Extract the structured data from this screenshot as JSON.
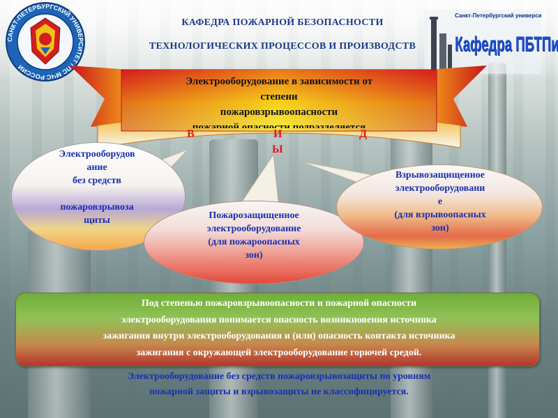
{
  "header": {
    "line1": "КАФЕДРА ПОЖАРНОЙ БЕЗОПАСНОСТИ",
    "line2": "ТЕХНОЛОГИЧЕСКИХ ПРОЦЕССОВ И ПРОИЗВОДСТВ"
  },
  "logo_right": {
    "top_text": "Санкт-Петербургский университет ГПС МЧС России",
    "big_text": "Кафедра ПБТПиП"
  },
  "logo_left": {
    "ring_text": "САНКТ-ПЕТЕРБУРГСКИЙ УНИВЕРСИТЕТ ГПС МЧС РОССИИ"
  },
  "banner": {
    "lines": [
      "Электрооборудование в зависимости от",
      "степени",
      "пожаровзрывоопасности",
      "пожарной опасности подразделяется"
    ],
    "letters": [
      "В",
      "И",
      "Д",
      "Ы"
    ]
  },
  "ovals": {
    "left": [
      "Электрооборудов",
      "ание",
      "без средств",
      "",
      "пожаровзрывоза",
      "щиты"
    ],
    "center": [
      "Пожарозащищенное",
      "электрооборудование",
      "(для пожароопасных",
      "зон)"
    ],
    "right": [
      "Взрывозащищенное",
      "электрооборудовани",
      "е",
      "(для взрывоопасных",
      "зон)"
    ]
  },
  "definition": {
    "lines": [
      "Под степенью пожаровзрывоопасности и пожарной опасности",
      "электрооборудования понимается опасность возникновения источника",
      "зажигания  внутри электрооборудования и (или) опасность контакта источника",
      "зажигания с окружающей электрооборудование горючей средой."
    ]
  },
  "footer": {
    "lines": [
      "Электрооборудование без средств пожаровзрывозащиты по уровням",
      "пожарной защиты и взрывозащиты не классифицируется."
    ]
  },
  "colors": {
    "title": "#1b3a8c",
    "oval_text": "#1a2fb0",
    "banner_letters": "#e11b1b",
    "definition_text": "#ffffff"
  }
}
